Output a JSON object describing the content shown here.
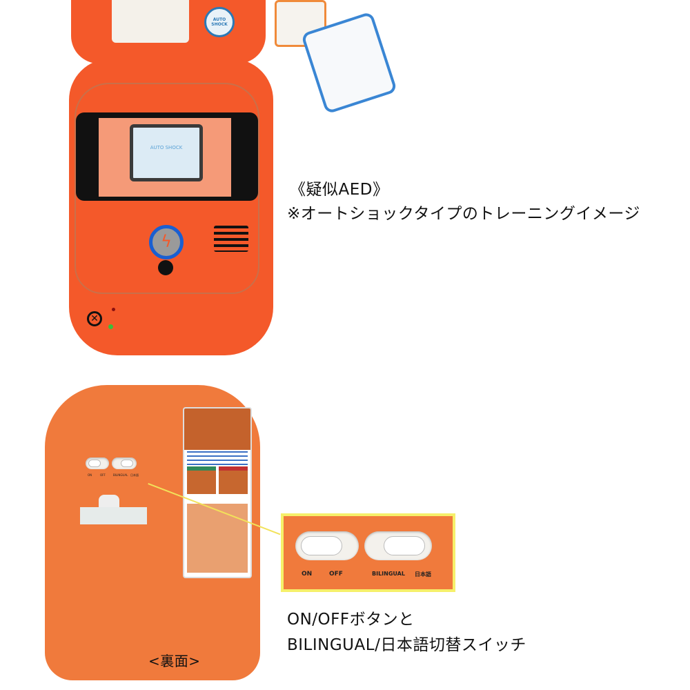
{
  "front": {
    "badge_text": "AUTO SHOCK",
    "screen_text": "AUTO SHOCK",
    "colors": {
      "body": "#f4592a",
      "ring": "#1a5fd1",
      "screen": "#dcebf5"
    }
  },
  "captions": {
    "front_title": "《疑似AED》",
    "front_note": "※オートショックタイプのトレーニングイメージ",
    "back_line1": "ON/OFFボタンと",
    "back_line2": "BILINGUAL/日本語切替スイッチ"
  },
  "back": {
    "label": "<裏面>",
    "switch_labels": [
      "ON",
      "OFF",
      "BILINGUAL",
      "日本語"
    ],
    "colors": {
      "body": "#f07a3c",
      "highlight": "#f6f06a"
    }
  }
}
